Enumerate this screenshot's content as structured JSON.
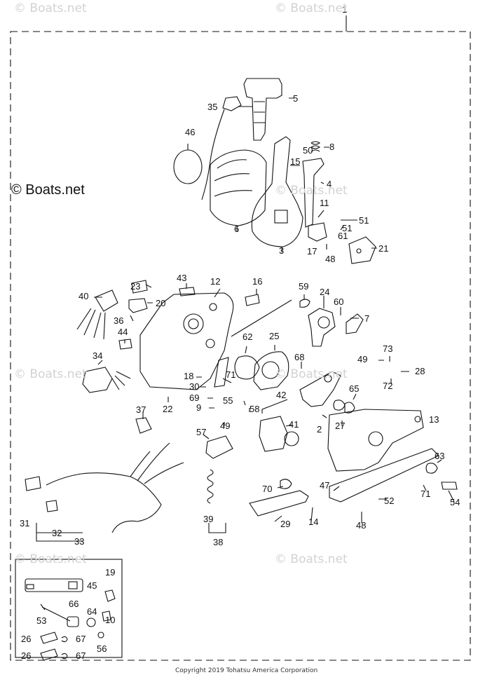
{
  "watermarks": [
    "© Boats.net",
    "© Boats.net",
    "© Boats.net",
    "© Boats.net",
    "© Boats.net",
    "© Boats.net",
    "© Boats.net"
  ],
  "brand_label": "© Boats.net",
  "copyright": "Copyright 2019 Tohatsu America Corporation",
  "callouts": [
    "1",
    "5",
    "35",
    "46",
    "50",
    "8",
    "15",
    "4",
    "11",
    "51",
    "51",
    "61",
    "21",
    "6",
    "3",
    "17",
    "48",
    "43",
    "12",
    "16",
    "59",
    "40",
    "23",
    "20",
    "24",
    "60",
    "7",
    "36",
    "44",
    "62",
    "25",
    "34",
    "68",
    "73",
    "49",
    "28",
    "18",
    "71",
    "30",
    "72",
    "69",
    "55",
    "65",
    "9",
    "58",
    "42",
    "2",
    "27",
    "13",
    "22",
    "37",
    "49",
    "41",
    "57",
    "63",
    "70",
    "47",
    "71",
    "31",
    "32",
    "33",
    "39",
    "29",
    "52",
    "14",
    "48",
    "54",
    "38",
    "19",
    "45",
    "66",
    "53",
    "64",
    "10",
    "26",
    "67",
    "56",
    "26",
    "67"
  ]
}
